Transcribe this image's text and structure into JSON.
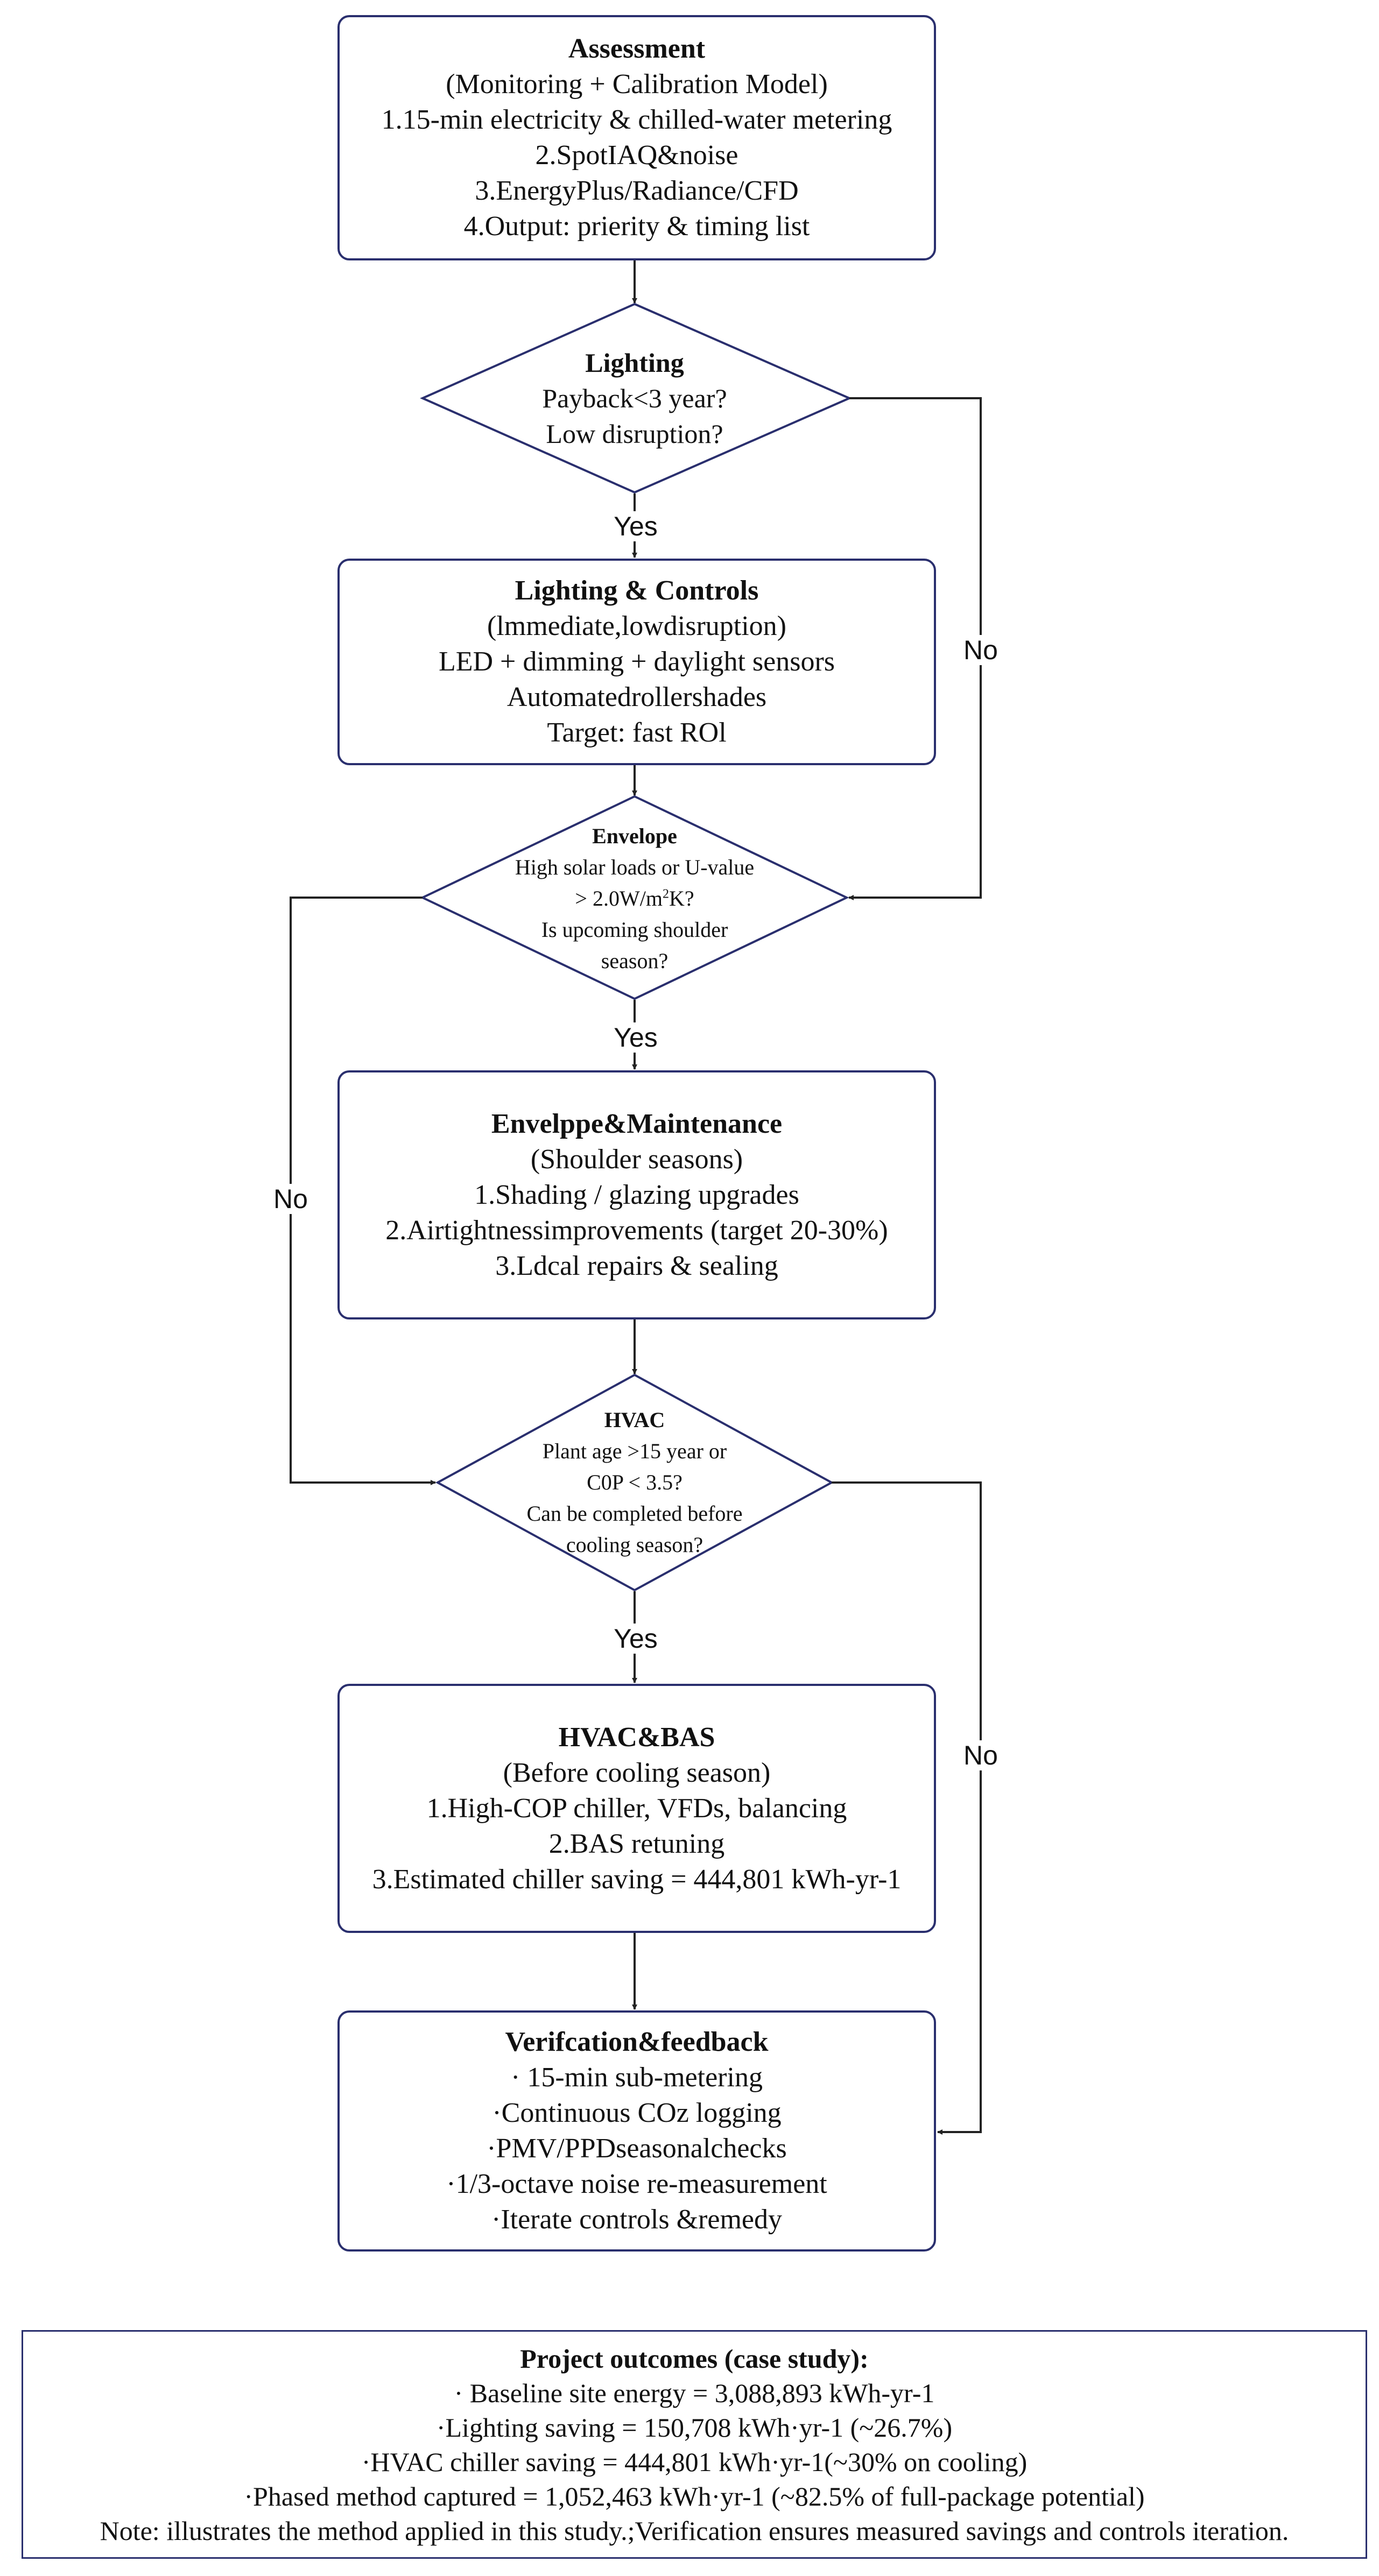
{
  "assessment": {
    "title": "Assessment",
    "lines": [
      "(Monitoring + Calibration Model)",
      "1.15-min electricity & chilled-water metering",
      "2.SpotIAQ&noise",
      "3.EnergyPlus/Radiance/CFD",
      "4.Output: prierity & timing list"
    ]
  },
  "lighting_decision": {
    "title": "Lighting",
    "lines": [
      "Payback<3 year?",
      "Low disruption?"
    ]
  },
  "lighting_box": {
    "title": "Lighting & Controls",
    "lines": [
      "(lmmediate,lowdisruption)",
      "LED + dimming + daylight sensors",
      "Automatedrollershades",
      "Target: fast ROl"
    ]
  },
  "envelope_decision": {
    "title": "Envelope",
    "line1": "High solar loads or U-value",
    "line2_pre": "> 2.0W/m",
    "line2_sup": "2",
    "line2_post": "K?",
    "line3": "Is upcoming shoulder",
    "line4": "season?"
  },
  "envelope_box": {
    "title": "Envelppe&Maintenance",
    "lines": [
      "(Shoulder seasons)",
      "1.Shading / glazing upgrades",
      "2.Airtightnessimprovements (target 20-30%)",
      "3.Ldcal repairs & sealing"
    ]
  },
  "hvac_decision": {
    "title": "HVAC",
    "lines": [
      "Plant age >15 year or",
      "C0P < 3.5?",
      "Can be completed before",
      "cooling season?"
    ]
  },
  "hvac_box": {
    "title": "HVAC&BAS",
    "lines": [
      "(Before cooling season)",
      "1.High-COP chiller, VFDs, balancing",
      "2.BAS retuning",
      "3.Estimated chiller saving = 444,801 kWh-yr-1"
    ]
  },
  "verification_box": {
    "title": "Verifcation&feedback",
    "lines": [
      "· 15-min sub-metering",
      "·Continuous COz logging",
      "·PMV/PPDseasonalchecks",
      "·1/3-octave noise re-measurement",
      "·Iterate controls &remedy"
    ]
  },
  "edge_labels": {
    "yes1": "Yes",
    "no1": "No",
    "yes2": "Yes",
    "no2": "No",
    "yes3": "Yes",
    "no3": "No"
  },
  "outcomes": {
    "title": "Project outcomes (case study):",
    "lines": [
      "· Baseline site energy = 3,088,893 kWh-yr-1",
      "·Lighting saving = 150,708 kWh·yr-1 (~26.7%)",
      "·HVAC chiller saving = 444,801 kWh·yr-1(~30% on cooling)",
      "·Phased method captured = 1,052,463 kWh·yr-1 (~82.5% of full-package potential)",
      "Note: illustrates the method applied in this study.;Verification ensures measured savings and controls iteration."
    ]
  },
  "colors": {
    "stroke": "#2a2f6e",
    "arrow": "#222222"
  }
}
